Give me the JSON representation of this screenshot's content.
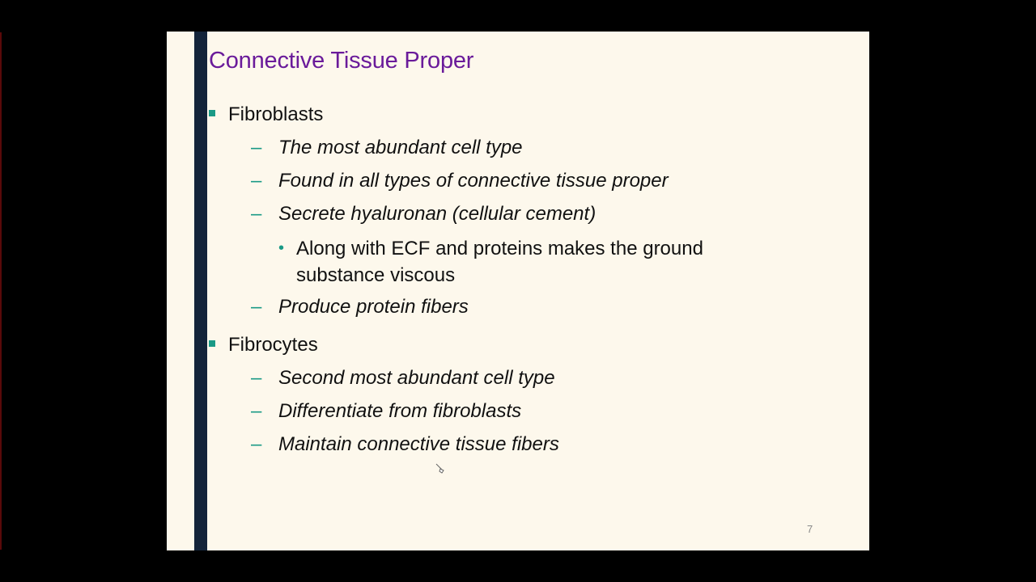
{
  "slide": {
    "title": "Connective Tissue Proper",
    "page_number": "7",
    "sections": [
      {
        "heading": "Fibroblasts",
        "items": [
          "The most abundant cell type",
          "Found in all types of connective tissue proper",
          "Secrete hyaluronan (cellular cement)",
          "Produce protein fibers"
        ],
        "subitem": "Along with ECF and proteins makes the ground substance viscous"
      },
      {
        "heading": "Fibrocytes",
        "items": [
          "Second most abundant cell type",
          "Differentiate from fibroblasts",
          "Maintain connective tissue fibers"
        ]
      }
    ]
  },
  "colors": {
    "title": "#6a1b9a",
    "bullet": "#1a9a86",
    "background": "#fdf8ec",
    "sidebar_bar": "#13243a"
  }
}
